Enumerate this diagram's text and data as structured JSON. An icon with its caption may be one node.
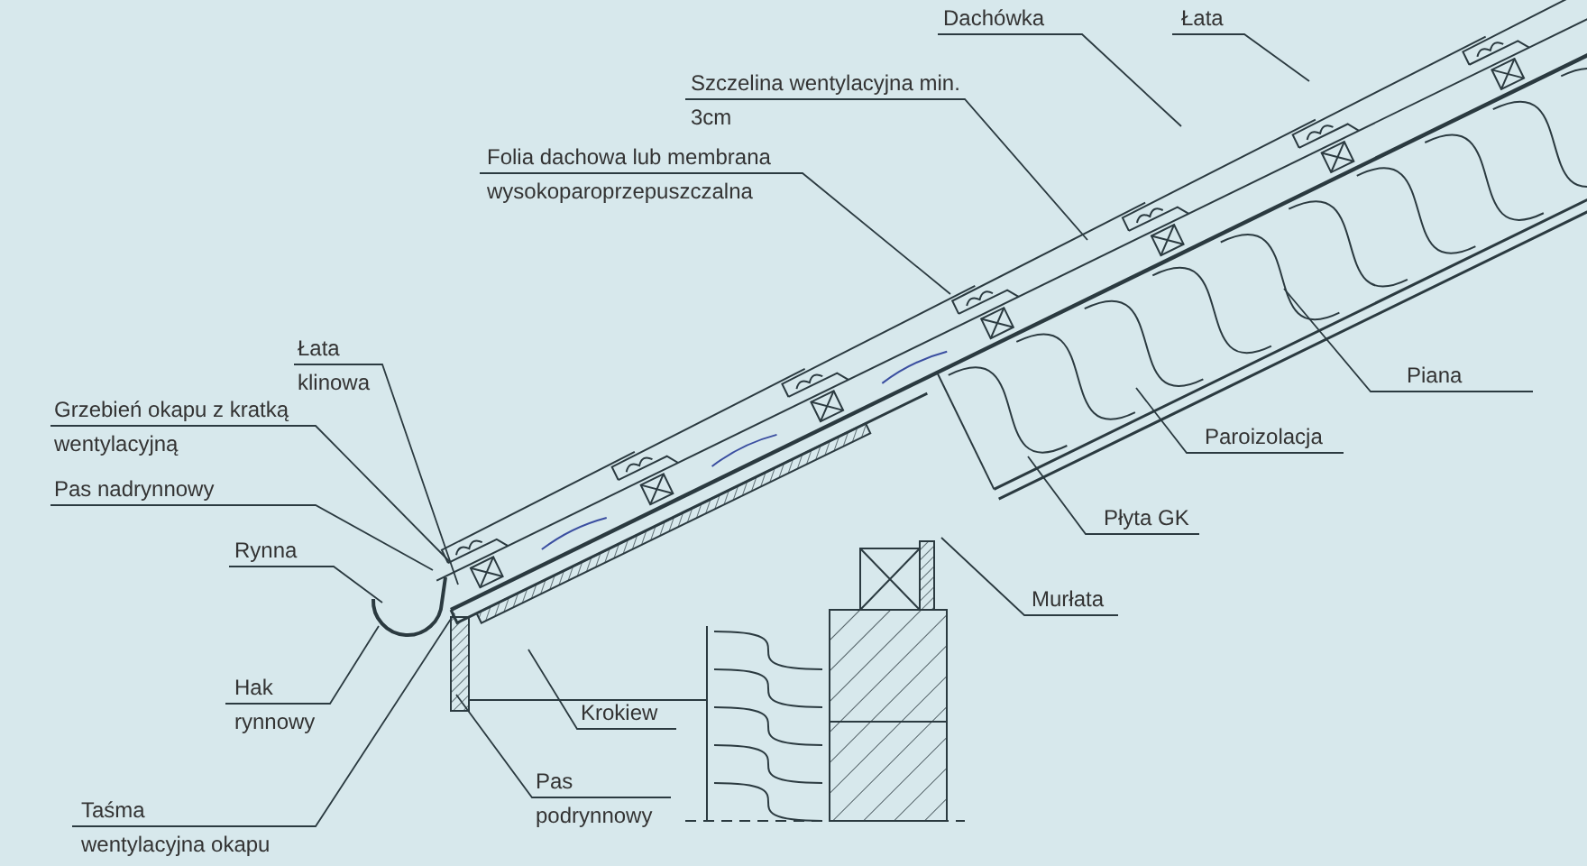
{
  "diagram": {
    "nodes": [
      {
        "text": [
          "Dachówka"
        ]
      },
      {
        "text": [
          "Łata"
        ]
      },
      {
        "text": [
          "Szczelina wentylacyjna min. 3cm"
        ]
      },
      {
        "text": [
          "Folia dachowa lub membrana wysokoparoprzepuszczalna"
        ]
      },
      {
        "text": [
          "Łata klinowa"
        ]
      },
      {
        "text": [
          "Grzebień okapu z kratką wentylacyjną"
        ]
      },
      {
        "text": [
          "Pas nadrynnowy"
        ]
      },
      {
        "text": [
          "Rynna"
        ]
      },
      {
        "text": [
          "Hak rynnowy"
        ]
      },
      {
        "text": [
          "Taśma wentylacyjna okapu"
        ]
      },
      {
        "text": [
          "Piana"
        ]
      },
      {
        "text": [
          "Paroizolacja"
        ]
      },
      {
        "text": [
          "Płyta GK"
        ]
      },
      {
        "text": [
          "Murłata"
        ]
      },
      {
        "text": [
          "Krokiew"
        ]
      },
      {
        "text": [
          "Pas podrynnowy"
        ]
      }
    ],
    "edges": [
      {
        "from": 0,
        "to": null,
        "arrow": "none"
      },
      {
        "from": 1,
        "to": null,
        "arrow": "none"
      },
      {
        "from": 2,
        "to": null,
        "arrow": "none"
      },
      {
        "from": 3,
        "to": null,
        "arrow": "none"
      },
      {
        "from": 4,
        "to": null,
        "arrow": "none"
      },
      {
        "from": 5,
        "to": null,
        "arrow": "none"
      },
      {
        "from": 6,
        "to": null,
        "arrow": "none"
      },
      {
        "from": 7,
        "to": null,
        "arrow": "none"
      },
      {
        "from": 8,
        "to": null,
        "arrow": "none"
      },
      {
        "from": 9,
        "to": null,
        "arrow": "none"
      },
      {
        "from": 10,
        "to": null,
        "arrow": "none"
      },
      {
        "from": 11,
        "to": null,
        "arrow": "none"
      },
      {
        "from": 12,
        "to": null,
        "arrow": "none"
      },
      {
        "from": 13,
        "to": null,
        "arrow": "none"
      },
      {
        "from": 14,
        "to": null,
        "arrow": "none"
      },
      {
        "from": 15,
        "to": null,
        "arrow": "none"
      }
    ]
  }
}
